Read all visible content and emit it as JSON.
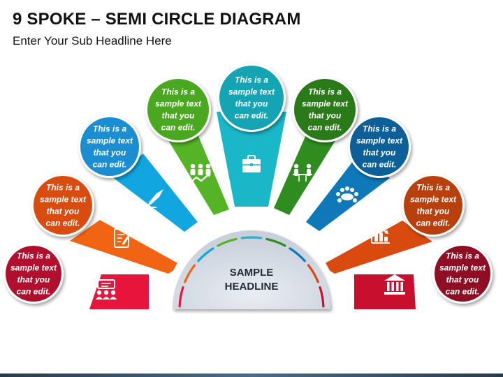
{
  "header": {
    "title": "9 SPOKE – SEMI CIRCLE DIAGRAM",
    "subtitle": "Enter Your Sub Headline Here"
  },
  "center": {
    "line1": "SAMPLE",
    "line2": "HEADLINE"
  },
  "spokes": [
    {
      "id": "spoke-1",
      "lines": [
        "This is a",
        "sample text",
        "that you",
        "can edit."
      ],
      "color": "#e8143c",
      "circle_color": "#b0102e",
      "icon": "meeting-presentation-icon"
    },
    {
      "id": "spoke-2",
      "lines": [
        "This is a",
        "sample text",
        "that you",
        "can edit."
      ],
      "color": "#f06414",
      "circle_color": "#d84c10",
      "icon": "clipboard-edit-icon"
    },
    {
      "id": "spoke-3",
      "lines": [
        "This is a",
        "sample text",
        "that you",
        "can edit."
      ],
      "color": "#11a6e0",
      "circle_color": "#1a8ed0",
      "icon": "pen-nib-icon"
    },
    {
      "id": "spoke-4",
      "lines": [
        "This is a",
        "sample text",
        "that you",
        "can edit."
      ],
      "color": "#55b426",
      "circle_color": "#4aa820",
      "icon": "team-growth-icon"
    },
    {
      "id": "spoke-5",
      "lines": [
        "This is a",
        "sample text",
        "that you",
        "can edit."
      ],
      "color": "#1ab7c8",
      "circle_color": "#14a4b4",
      "icon": "briefcase-icon"
    },
    {
      "id": "spoke-6",
      "lines": [
        "This is a",
        "sample text",
        "that you",
        "can edit."
      ],
      "color": "#2f8c1e",
      "circle_color": "#2a7a1a",
      "icon": "interview-table-icon"
    },
    {
      "id": "spoke-7",
      "lines": [
        "This is a",
        "sample text",
        "that you",
        "can edit."
      ],
      "color": "#0e78b8",
      "circle_color": "#0d5f98",
      "icon": "conference-table-icon"
    },
    {
      "id": "spoke-8",
      "lines": [
        "This is a",
        "sample text",
        "that you",
        "can edit."
      ],
      "color": "#d84a0e",
      "circle_color": "#b8400c",
      "icon": "bar-chart-down-icon"
    },
    {
      "id": "spoke-9",
      "lines": [
        "This is a",
        "sample text",
        "that you",
        "can edit."
      ],
      "color": "#c8102e",
      "circle_color": "#8e0e24",
      "icon": "bank-building-icon"
    }
  ]
}
